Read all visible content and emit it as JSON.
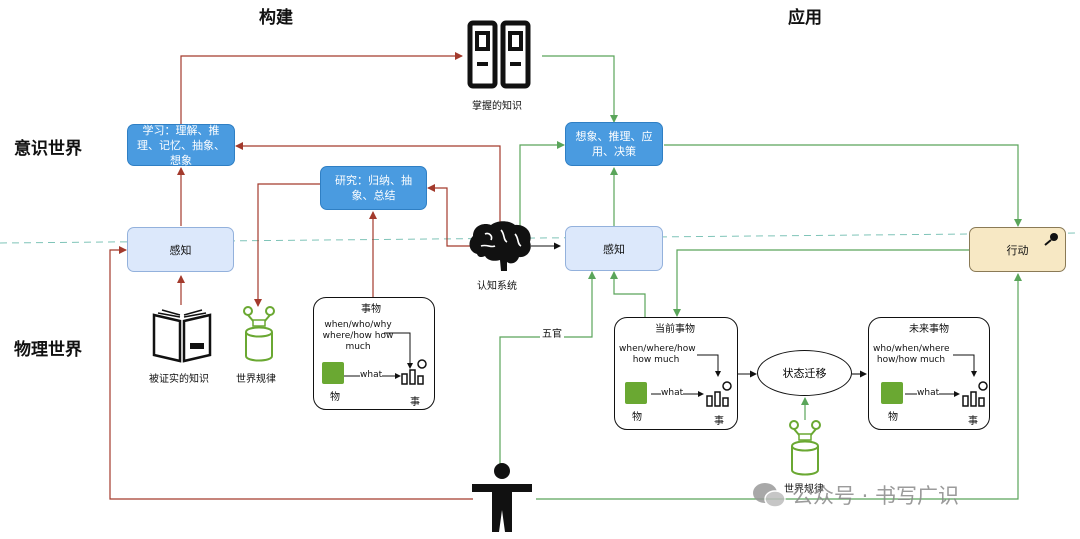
{
  "headers": {
    "build": "构建",
    "apply": "应用",
    "mind_world": "意识世界",
    "physical_world": "物理世界"
  },
  "nodes": {
    "mastered_knowledge": "掌握的知识",
    "learning": "学习：理解、推理、记忆、抽象、想象",
    "research": "研究：归纳、抽象、总结",
    "imagine_decide": "想象、推理、应用、决策",
    "perception_left": "感知",
    "perception_right": "感知",
    "cognitive_system": "认知系统",
    "action": "行动",
    "verified_knowledge": "被证实的知识",
    "world_laws_left": "世界规律",
    "world_laws_bottom": "世界规律",
    "five_senses": "五官",
    "state_transition": "状态迁移"
  },
  "things": {
    "title": "事物",
    "questions": "when/who/why where/how how much",
    "what": "what",
    "object": "物",
    "event": "事"
  },
  "current_things": {
    "title": "当前事物",
    "questions": "when/where/how how much",
    "what": "what",
    "object": "物",
    "event": "事"
  },
  "future_things": {
    "title": "未来事物",
    "questions": "who/when/where how/how much",
    "what": "what",
    "object": "物",
    "event": "事"
  },
  "watermark": "公众号 · 书写广识",
  "colors": {
    "red": "#a33a2c",
    "green": "#5aa55a",
    "blue": "#4a9be0",
    "dash": "#7fc4b8"
  }
}
